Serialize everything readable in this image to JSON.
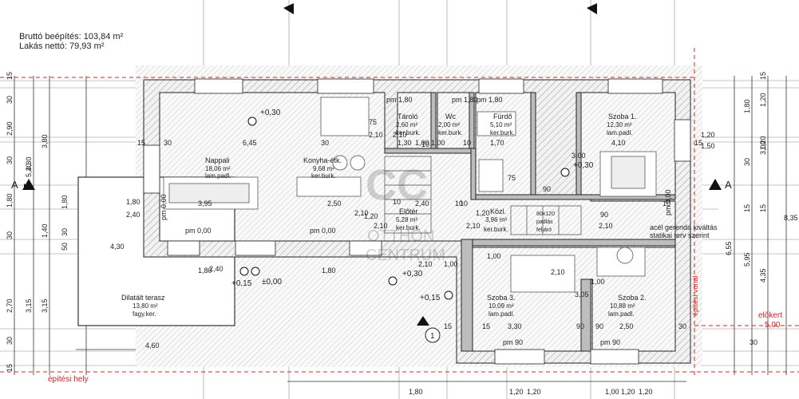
{
  "header": {
    "brutto": "Bruttó beépítés: 103,84 m²",
    "netto": "Lakás nettó: 79,93 m²"
  },
  "rooms": {
    "nappali": {
      "name": "Nappali",
      "area": "18,06 m²",
      "floor": "lam.padl."
    },
    "konyha": {
      "name": "Konyha-étk.",
      "area": "9,68 m²",
      "floor": "ker.burk."
    },
    "tarolo": {
      "name": "Tároló",
      "area": "2,60 m²",
      "floor": "ker.burk."
    },
    "wc": {
      "name": "Wc",
      "area": "2,00 m²",
      "floor": "ker.burk."
    },
    "furdo": {
      "name": "Fürdő",
      "area": "5,10 m²",
      "floor": "ker.burk."
    },
    "szoba1": {
      "name": "Szoba 1.",
      "area": "12,30 m²",
      "floor": "lam.padl."
    },
    "eloter": {
      "name": "Előtér",
      "area": "5,28 m²",
      "floor": "ker.burk."
    },
    "kozl": {
      "name": "Közl.",
      "area": "3,96 m²",
      "floor": "ker.burk."
    },
    "szoba3": {
      "name": "Szoba 3.",
      "area": "10,09 m²",
      "floor": "lam.padl."
    },
    "szoba2": {
      "name": "Szoba 2.",
      "area": "10,88 m²",
      "floor": "lam.padl."
    },
    "terasz": {
      "name": "Dilatált terasz",
      "area": "13,80 m²",
      "floor": "fagy.ker."
    }
  },
  "annotations": {
    "steel_beam_1": "acél gerenda kiváltás",
    "steel_beam_2": "statikai terv szerint",
    "build_line": "építési vonal",
    "build_area": "építési hely",
    "front_yard": "előkert",
    "front_yard_value": "5,00",
    "section_a_left": "A",
    "section_a_right": "A",
    "axis_number": "1",
    "attic_1": "80x120",
    "attic_2": "padlás",
    "attic_3": "feljáró",
    "watermark_1": "OTTHON",
    "watermark_2": "CENTRUM"
  },
  "levels": {
    "plus030_a": "+0,30",
    "plus030_b": "+0,30",
    "plus030_c": "+0,30",
    "plus015_a": "+0,15",
    "plus015_b": "+0,15",
    "zero": "±0,00"
  },
  "pm_labels": {
    "pm_tarolo": "pm 1,80",
    "pm_wc": "pm 1,80",
    "pm_furdo": "pm 1,80",
    "pm_000_a": "pm 0,00",
    "pm_000_b": "pm 0,00",
    "pm_000_c": "pm 0,00",
    "pm_000_d": "pm 0,00",
    "pm_090_a": "pm 90",
    "pm_090_b": "pm 90"
  },
  "dims": {
    "left_a": [
      "15",
      "30",
      "2,90",
      "30",
      "1,80",
      "30",
      "2,70",
      "30",
      "15"
    ],
    "left_b": [
      "5,20",
      "4,30",
      "3,15"
    ],
    "left_c": [
      "3,80",
      "1,40",
      "3,15"
    ],
    "left_d": [
      "50",
      "30",
      "1,80"
    ],
    "right_a": [
      "15",
      "1,20",
      "1,20",
      "15",
      "1,80"
    ],
    "right_b": [
      "30",
      "3,00",
      "15",
      "6,55",
      "5,95",
      "4,35"
    ],
    "right_c": [
      "8,35",
      "1,20",
      "1,50",
      "15",
      "30"
    ],
    "bottom": [
      "4,60",
      "1,80",
      "1,80",
      "1,80",
      "1,20",
      "1,20",
      "1,20",
      "1,20",
      "1,00",
      "1,00"
    ],
    "interior": [
      "30",
      "6,45",
      "30",
      "75",
      "2,10",
      "2,10",
      "1,00",
      "1,00",
      "1,70",
      "10",
      "1,30",
      "10",
      "90",
      "75",
      "3,00",
      "4,10",
      "15",
      "1,80",
      "2,40",
      "3,95",
      "2,50",
      "2,10",
      "1,20",
      "2,40",
      "10",
      "10",
      "1,20",
      "2,10",
      "2,10",
      "90",
      "2,10",
      "10",
      "10",
      "4,30",
      "2,40",
      "3,30",
      "2,50",
      "15",
      "30",
      "15",
      "3,05",
      "90",
      "90",
      "1,00",
      "2,10",
      "2,10",
      "1,00"
    ]
  }
}
